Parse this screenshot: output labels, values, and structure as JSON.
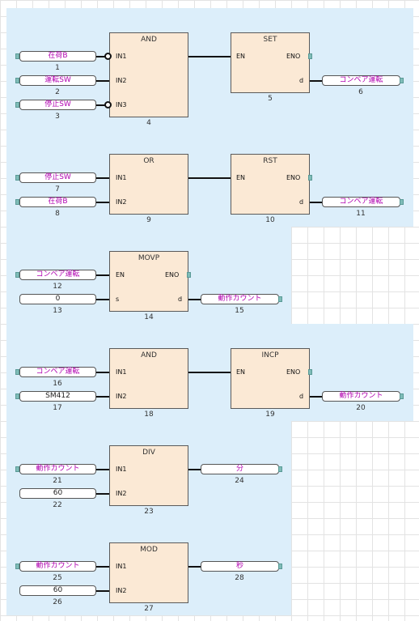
{
  "rungs": [
    {
      "blocks": [
        {
          "name": "AND",
          "number": "4",
          "pins_in": [
            "IN1",
            "IN2",
            "IN3"
          ],
          "pins_out": []
        },
        {
          "name": "SET",
          "number": "5",
          "pins_in": [
            "EN",
            "d"
          ],
          "pins_out": [
            "ENO"
          ]
        }
      ],
      "inputs": [
        {
          "label": "在荷B",
          "number": "1",
          "inverted": true
        },
        {
          "label": "運転SW",
          "number": "2",
          "inverted": false
        },
        {
          "label": "停止SW",
          "number": "3",
          "inverted": true
        }
      ],
      "outputs": [
        {
          "label": "コンベア運転",
          "number": "6"
        }
      ]
    },
    {
      "blocks": [
        {
          "name": "OR",
          "number": "9",
          "pins_in": [
            "IN1",
            "IN2"
          ],
          "pins_out": []
        },
        {
          "name": "RST",
          "number": "10",
          "pins_in": [
            "EN",
            "d"
          ],
          "pins_out": [
            "ENO"
          ]
        }
      ],
      "inputs": [
        {
          "label": "停止SW",
          "number": "7"
        },
        {
          "label": "在荷B",
          "number": "8"
        }
      ],
      "outputs": [
        {
          "label": "コンベア運転",
          "number": "11"
        }
      ]
    },
    {
      "blocks": [
        {
          "name": "MOVP",
          "number": "14",
          "pins_in": [
            "EN",
            "s"
          ],
          "pins_out": [
            "ENO",
            "d"
          ]
        }
      ],
      "inputs": [
        {
          "label": "コンベア運転",
          "number": "12"
        },
        {
          "label": "0",
          "number": "13"
        }
      ],
      "outputs": [
        {
          "label": "動作カウント",
          "number": "15"
        }
      ]
    },
    {
      "blocks": [
        {
          "name": "AND",
          "number": "18",
          "pins_in": [
            "IN1",
            "IN2"
          ],
          "pins_out": []
        },
        {
          "name": "INCP",
          "number": "19",
          "pins_in": [
            "EN",
            "d"
          ],
          "pins_out": [
            "ENO"
          ]
        }
      ],
      "inputs": [
        {
          "label": "コンベア運転",
          "number": "16"
        },
        {
          "label": "SM412",
          "number": "17"
        }
      ],
      "outputs": [
        {
          "label": "動作カウント",
          "number": "20"
        }
      ]
    },
    {
      "blocks": [
        {
          "name": "DIV",
          "number": "23",
          "pins_in": [
            "IN1",
            "IN2"
          ],
          "pins_out": []
        }
      ],
      "inputs": [
        {
          "label": "動作カウント",
          "number": "21"
        },
        {
          "label": "60",
          "number": "22"
        }
      ],
      "outputs": [
        {
          "label": "分",
          "number": "24"
        }
      ]
    },
    {
      "blocks": [
        {
          "name": "MOD",
          "number": "27",
          "pins_in": [
            "IN1",
            "IN2"
          ],
          "pins_out": []
        }
      ],
      "inputs": [
        {
          "label": "動作カウント",
          "number": "25"
        },
        {
          "label": "60",
          "number": "26"
        }
      ],
      "outputs": [
        {
          "label": "秒",
          "number": "28"
        }
      ]
    }
  ],
  "colors": {
    "variable_text": "#b000b0",
    "block_fill": "#fbe9d5",
    "region_fill": "#dceefa"
  }
}
